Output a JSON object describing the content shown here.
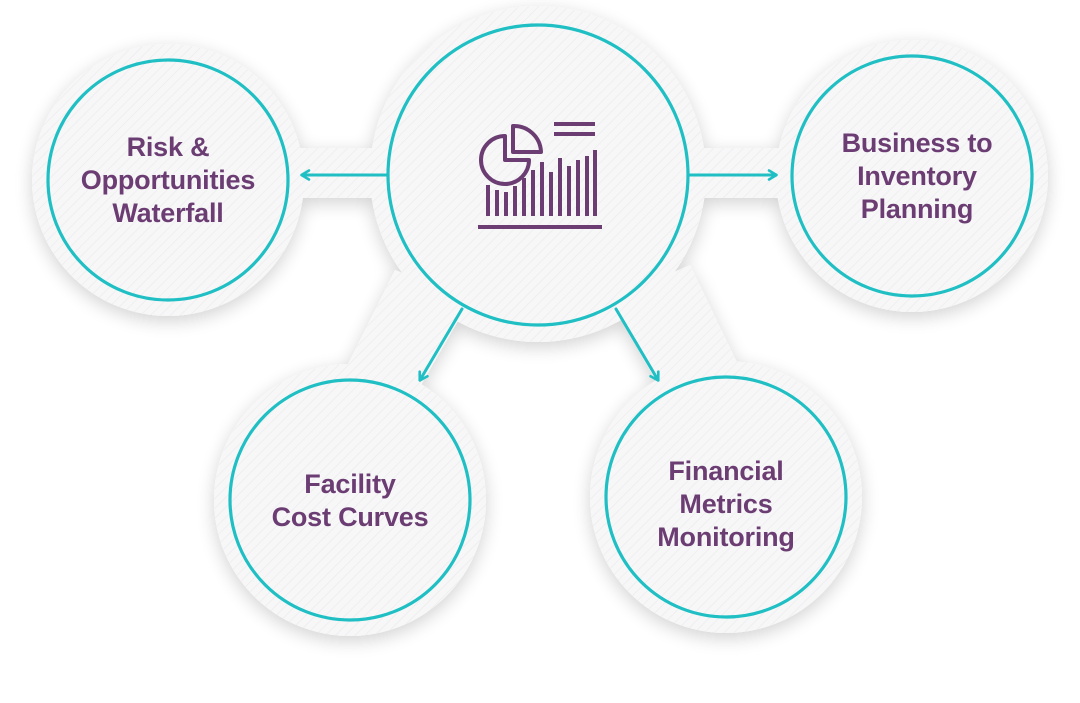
{
  "colors": {
    "ring": "#1fbfc4",
    "text": "#6b3d73",
    "icon": "#6b3d73",
    "disc": "#f6f6f7",
    "background": "#ffffff"
  },
  "center": {
    "icon": "chart-report-icon"
  },
  "nodes": {
    "risk": {
      "lines": [
        "Risk &",
        "Opportunities",
        "Waterfall"
      ]
    },
    "business": {
      "lines": [
        "Business to",
        "Inventory",
        "Planning"
      ]
    },
    "facility": {
      "lines": [
        "Facility",
        "Cost Curves"
      ]
    },
    "financial": {
      "lines": [
        "Financial",
        "Metrics",
        "Monitoring"
      ]
    }
  }
}
